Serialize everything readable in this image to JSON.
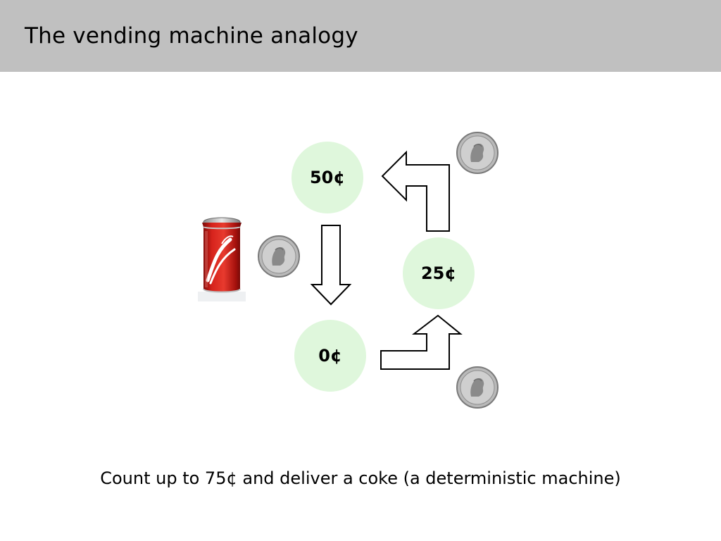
{
  "slide": {
    "title": "The vending machine analogy",
    "caption": "Count up to 75¢ and deliver a coke (a deterministic machine)"
  },
  "states": [
    {
      "label": "50¢"
    },
    {
      "label": "25¢"
    },
    {
      "label": "0¢"
    }
  ],
  "colors": {
    "title_bar": "#c0c0c0",
    "state_fill": "#dff7dc",
    "arrow_stroke": "#000000",
    "can_red": "#c8140f",
    "coin_silver": "#b9b9b9"
  },
  "icons": {
    "coin": "quarter-coin-icon",
    "can": "coke-can-icon"
  }
}
